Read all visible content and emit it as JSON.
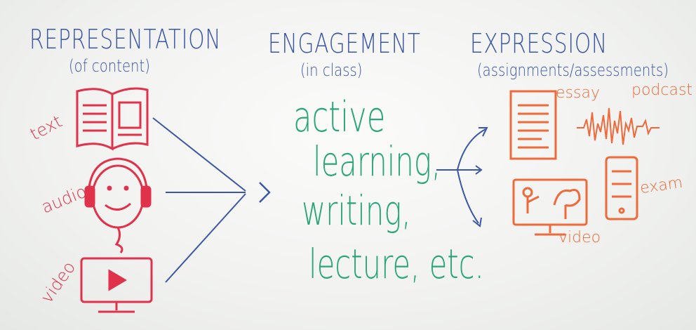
{
  "colors": {
    "blue": "#3a56a6",
    "red": "#e0324a",
    "green": "#2aa57b",
    "orange": "#ef6a3a"
  },
  "columns": {
    "representation": {
      "title": "REPRESENTATION",
      "subtitle": "(of content)",
      "items": [
        "text",
        "audio",
        "video"
      ]
    },
    "engagement": {
      "title": "ENGAGEMENT",
      "subtitle": "(in class)",
      "lines": [
        "active",
        "learning,",
        "writing,",
        "lecture, etc."
      ]
    },
    "expression": {
      "title": "EXPRESSION",
      "subtitle": "(assignments/assessments)",
      "items": [
        "essay",
        "podcast",
        "exam",
        "video"
      ]
    }
  }
}
